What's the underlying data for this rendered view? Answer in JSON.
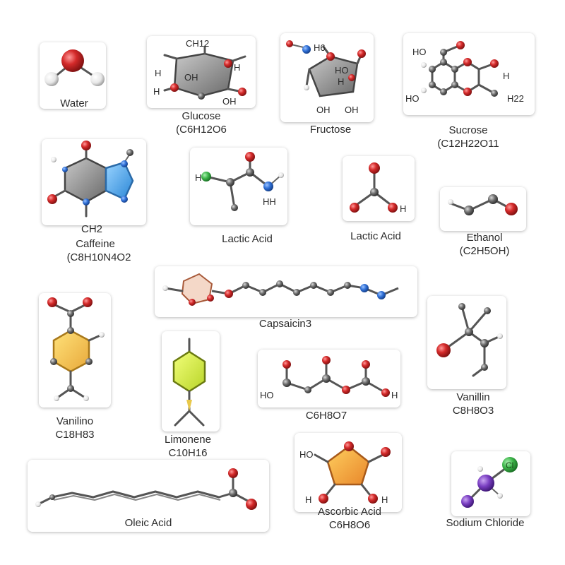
{
  "colors": {
    "oxygen": "#d42a2a",
    "carbon": "#6b6b6b",
    "hydrogen": "#e8e8e8",
    "nitrogen": "#2f6fd6",
    "chlorine": "#3db54a",
    "sodium": "#7a3fc2",
    "ring_gray": "#8a8a8a",
    "ring_blue": "#4aa3e8",
    "ring_yellow": "#e8d24a",
    "ring_orange": "#f0a632",
    "ring_lime": "#d4e83a"
  },
  "molecules": [
    {
      "id": "water",
      "name": "Water",
      "formula": "",
      "atom_labels": []
    },
    {
      "id": "glucose",
      "name": "Glucose",
      "formula": "(C6H12O6",
      "atom_labels": [
        "CH12",
        "H",
        "OH",
        "H",
        "H",
        "OH"
      ]
    },
    {
      "id": "fructose",
      "name": "Fructose",
      "formula": "",
      "atom_labels": [
        "H6",
        "H",
        "OH",
        "OH",
        "HO"
      ]
    },
    {
      "id": "sucrose",
      "name": "Sucrose",
      "formula": "(C12H22O11",
      "atom_labels": [
        "HO",
        "H",
        "HO",
        "H22"
      ]
    },
    {
      "id": "caffeine",
      "name": "Caffeine",
      "formula": "(C8H10N4O2",
      "atom_labels": [
        "CH2"
      ]
    },
    {
      "id": "lactic-1",
      "name": "Lactic Acid",
      "formula": "",
      "atom_labels": [
        "H",
        "HH"
      ]
    },
    {
      "id": "lactic-2",
      "name": "Lactic Acid",
      "formula": "",
      "atom_labels": [
        "H"
      ]
    },
    {
      "id": "ethanol",
      "name": "Ethanol",
      "formula": "(C2H5OH)",
      "atom_labels": []
    },
    {
      "id": "capsaicin",
      "name": "Capsaicin3",
      "formula": "",
      "atom_labels": []
    },
    {
      "id": "vanilino",
      "name": "Vanilino",
      "formula": "C18H83",
      "atom_labels": []
    },
    {
      "id": "limonene",
      "name": "Limonene",
      "formula": "C10H16",
      "atom_labels": []
    },
    {
      "id": "c6h8o7",
      "name": "",
      "formula": "C6H8O7",
      "atom_labels": [
        "HO",
        "H"
      ]
    },
    {
      "id": "vanillin",
      "name": "Vanillin",
      "formula": "C8H8O3",
      "atom_labels": []
    },
    {
      "id": "oleic",
      "name": "Oleic Acid",
      "formula": "",
      "atom_labels": []
    },
    {
      "id": "ascorbic",
      "name": "Ascorbic Acid",
      "formula": "C6H8O6",
      "atom_labels": [
        "HO",
        "H",
        "H"
      ]
    },
    {
      "id": "nacl",
      "name": "Sodium Chloride",
      "formula": "",
      "atom_labels": [
        "Cl"
      ]
    }
  ]
}
